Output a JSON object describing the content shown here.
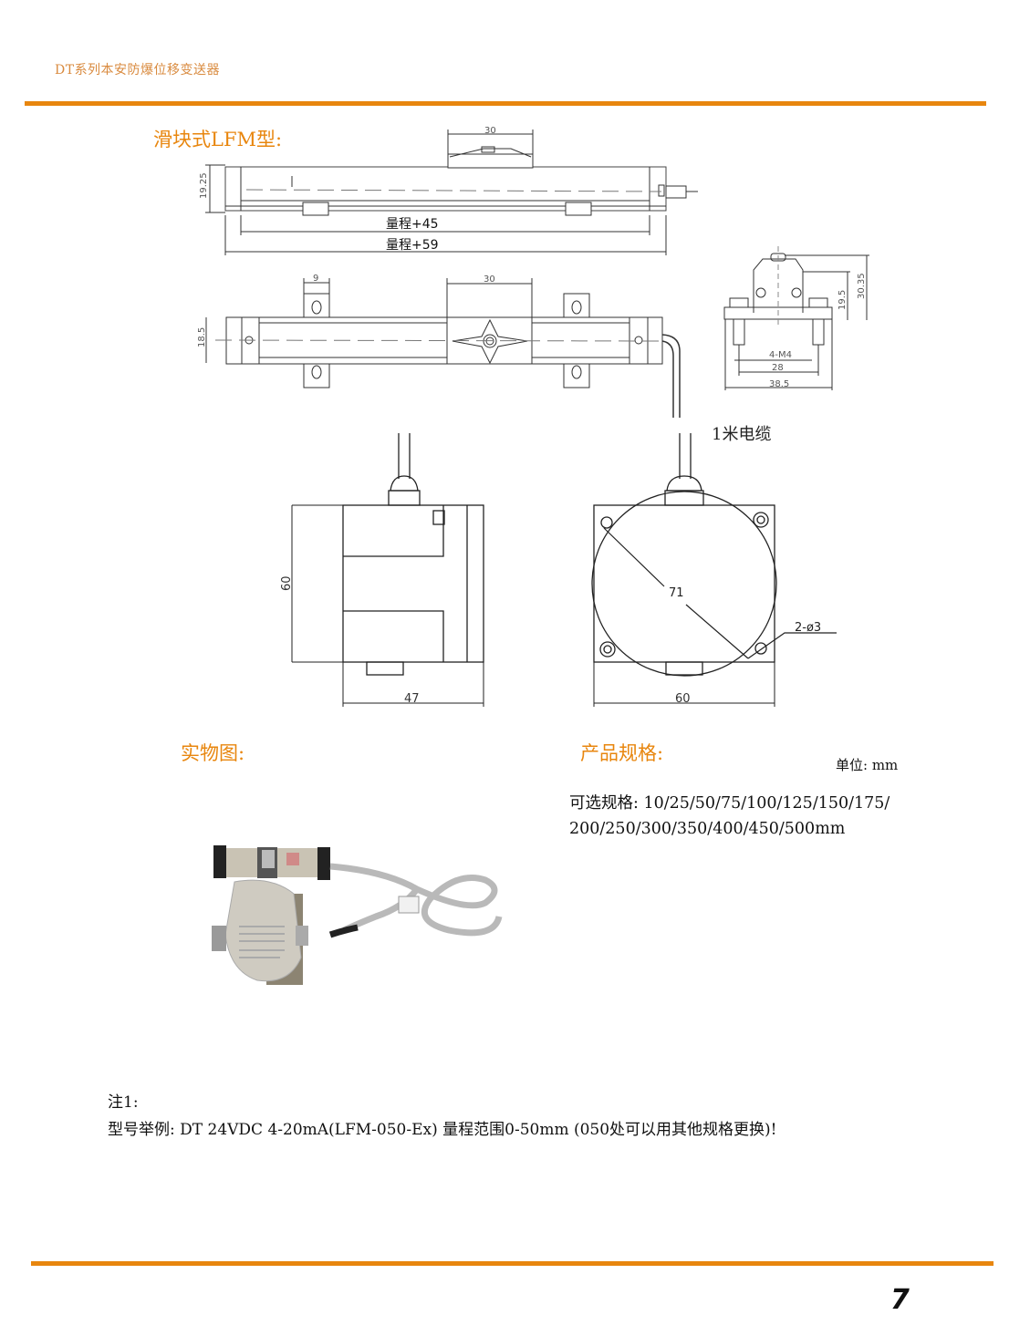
{
  "header": {
    "title": "DT系列本安防爆位移变送器"
  },
  "sections": {
    "lfm_title": "滑块式LFM型:",
    "photo_title": "实物图:",
    "spec_title": "产品规格:"
  },
  "drawing": {
    "side_view": {
      "slider_width": "30",
      "height": "19.25",
      "length_inner": "量程+45",
      "length_total": "量程+59"
    },
    "top_view": {
      "bracket_width": "9",
      "slider_width": "30",
      "height": "18.5"
    },
    "end_view": {
      "height_a": "19.5",
      "height_b": "30.35",
      "screw": "4-M4",
      "hole_spacing": "28",
      "total_width": "38.5"
    },
    "cable_label": "1米电缆",
    "box_side": {
      "height": "60",
      "width": "47"
    },
    "box_front": {
      "diameter": "71",
      "holes": "2-ø3",
      "width": "60"
    }
  },
  "spec": {
    "unit": "单位: mm",
    "options_line1": "可选规格: 10/25/50/75/100/125/150/175/",
    "options_line2": "200/250/300/350/400/450/500mm"
  },
  "note": {
    "label": "注1:",
    "text": "型号举例: DT 24VDC 4-20mA(LFM-050-Ex)  量程范围0-50mm (050处可以用其他规格更换)!"
  },
  "footer": {
    "page_number": "7"
  },
  "colors": {
    "accent": "#e8860e",
    "header_text": "#d98a3e"
  }
}
